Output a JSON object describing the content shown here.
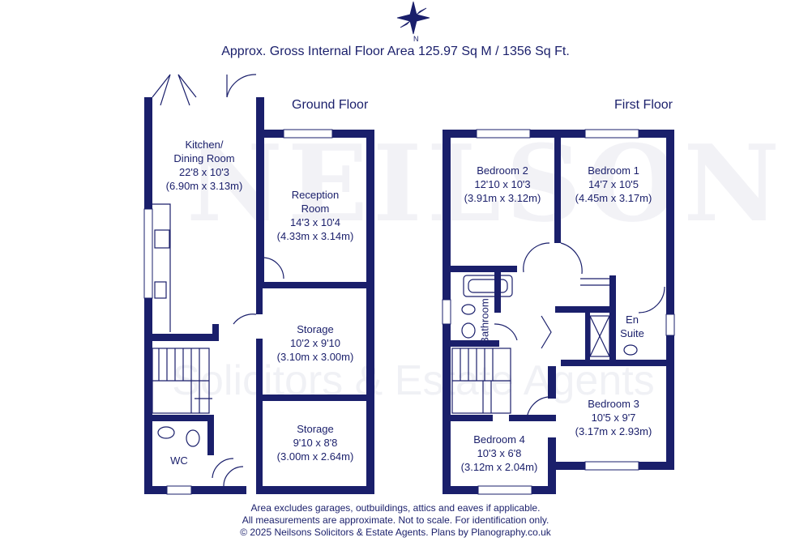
{
  "header": {
    "area_text": "Approx. Gross Internal Floor Area 125.97 Sq M / 1356 Sq Ft."
  },
  "compass": {
    "icon": "compass-rose-icon",
    "north_label": "N"
  },
  "floors": {
    "ground": {
      "title": "Ground Floor"
    },
    "first": {
      "title": "First Floor"
    }
  },
  "rooms": {
    "kitchen": {
      "name_line1": "Kitchen/",
      "name_line2": "Dining Room",
      "imperial": "22'8 x 10'3",
      "metric": "(6.90m x 3.13m)"
    },
    "reception": {
      "name_line1": "Reception",
      "name_line2": "Room",
      "imperial": "14'3 x 10'4",
      "metric": "(4.33m x 3.14m)"
    },
    "storage1": {
      "name": "Storage",
      "imperial": "10'2 x 9'10",
      "metric": "(3.10m x 3.00m)"
    },
    "storage2": {
      "name": "Storage",
      "imperial": "9'10 x 8'8",
      "metric": "(3.00m x 2.64m)"
    },
    "wc": {
      "name": "WC"
    },
    "bedroom2": {
      "name": "Bedroom 2",
      "imperial": "12'10 x 10'3",
      "metric": "(3.91m x 3.12m)"
    },
    "bedroom1": {
      "name": "Bedroom 1",
      "imperial": "14'7 x 10'5",
      "metric": "(4.45m x 3.17m)"
    },
    "bathroom": {
      "name": "Bathroom"
    },
    "ensuite": {
      "name_line1": "En",
      "name_line2": "Suite"
    },
    "bedroom3": {
      "name": "Bedroom 3",
      "imperial": "10'5 x 9'7",
      "metric": "(3.17m x 2.93m)"
    },
    "bedroom4": {
      "name": "Bedroom 4",
      "imperial": "10'3 x 6'8",
      "metric": "(3.12m x 2.04m)"
    }
  },
  "watermark": {
    "logo_text": "NEILSONS",
    "tagline": "Solicitors & Estate Agents"
  },
  "footer": {
    "line1": "Area excludes garages, outbuildings, attics and eaves if applicable.",
    "line2": "All measurements are approximate. Not to scale. For identification only.",
    "line3": "© 2025 Neilsons Solicitors & Estate Agents. Plans by Planography.co.uk"
  },
  "colors": {
    "wall": "#1a1f6b",
    "background": "#ffffff"
  }
}
